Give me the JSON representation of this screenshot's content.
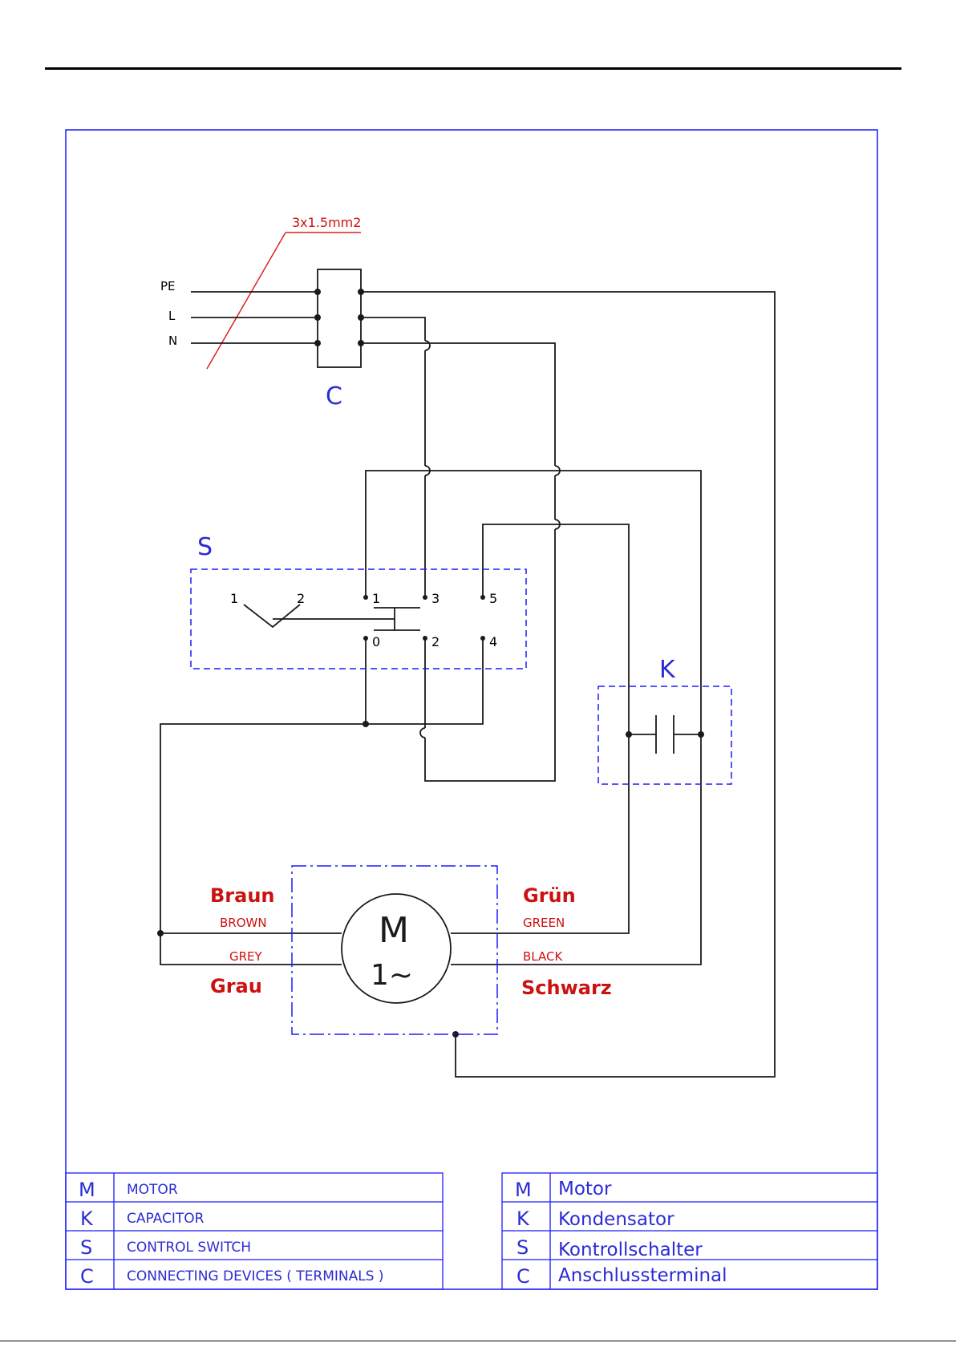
{
  "cable_spec": "3x1.5mm2",
  "terminal_labels": [
    "PE",
    "L",
    "N"
  ],
  "component_letters": {
    "terminal": "C",
    "switch": "S",
    "capacitor": "K"
  },
  "switch": {
    "left_contacts": [
      "1",
      "2"
    ],
    "top_contacts": [
      "1",
      "3",
      "5"
    ],
    "bottom_contacts": [
      "0",
      "2",
      "4"
    ]
  },
  "motor": {
    "symbol": "M",
    "phase": "1~"
  },
  "wires": {
    "brown_de": "Braun",
    "brown_en": "BROWN",
    "grey_de": "Grau",
    "grey_en": "GREY",
    "green_de": "Grün",
    "green_en": "GREEN",
    "black_de": "Schwarz",
    "black_en": "BLACK"
  },
  "legend_en": [
    {
      "code": "M",
      "text": "MOTOR"
    },
    {
      "code": "K",
      "text": "CAPACITOR"
    },
    {
      "code": "S",
      "text": "CONTROL SWITCH"
    },
    {
      "code": "C",
      "text": "CONNECTING DEVICES ( TERMINALS )"
    }
  ],
  "legend_de": [
    {
      "code": "M",
      "text": "Motor"
    },
    {
      "code": "K",
      "text": "Kondensator"
    },
    {
      "code": "S",
      "text": "Kontrollschalter"
    },
    {
      "code": "C",
      "text": "Anschlussterminal"
    }
  ],
  "colors": {
    "frame": "#1a1aff",
    "wire": "#1a1a1a",
    "label_red": "#cc1111",
    "blue_text": "#2b2bd6"
  }
}
